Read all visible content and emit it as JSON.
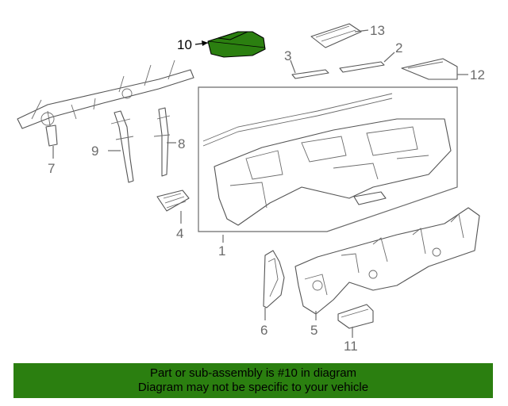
{
  "callouts": [
    {
      "number": "1"
    },
    {
      "number": "2"
    },
    {
      "number": "3"
    },
    {
      "number": "4"
    },
    {
      "number": "5"
    },
    {
      "number": "6"
    },
    {
      "number": "7"
    },
    {
      "number": "8"
    },
    {
      "number": "9"
    },
    {
      "number": "10",
      "highlighted": true
    },
    {
      "number": "11"
    },
    {
      "number": "12"
    },
    {
      "number": "13"
    }
  ],
  "highlight_color": "#2b7f10",
  "banner": {
    "line1": "Part or sub-assembly is #10 in diagram",
    "line2": "Diagram may not be specific to your vehicle"
  }
}
